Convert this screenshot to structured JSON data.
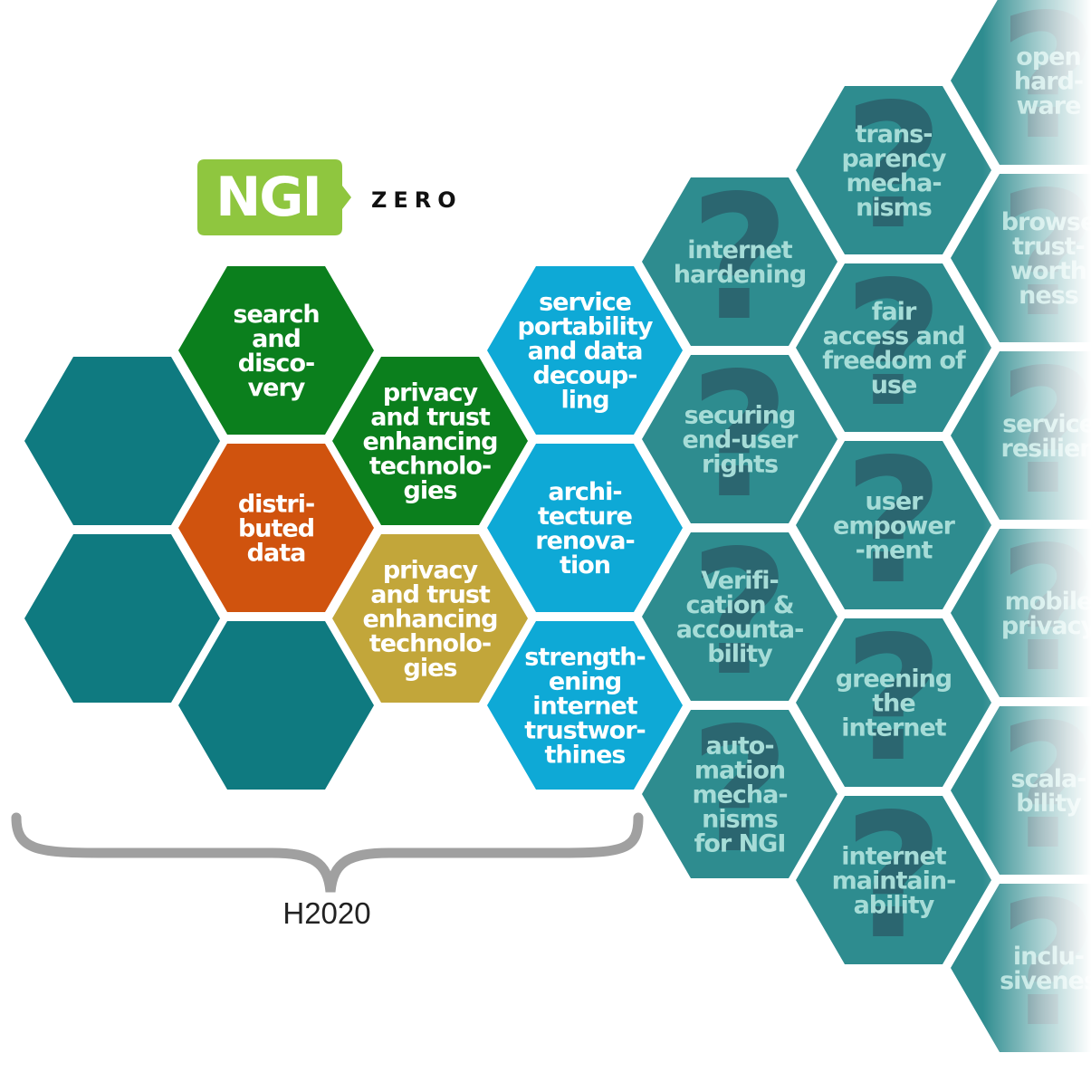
{
  "logo": {
    "mark": "NGI",
    "wordmark": "ZERO",
    "mark_color": "#8fc63f",
    "wordmark_color": "#111111"
  },
  "bracket_label": "H2020",
  "colors": {
    "teal": "#0f7a80",
    "teal_faded": "#2e8c8f",
    "green": "#0b7f1d",
    "orange": "#d0530e",
    "gold": "#c2a63a",
    "blue": "#0ea9d6",
    "question_mark": "#2b6670",
    "faded_text": "#a6dcd7"
  },
  "hexes": [
    {
      "id": "empty-1",
      "label": [],
      "style": "teal",
      "col": 0,
      "row": 0
    },
    {
      "id": "empty-2",
      "label": [],
      "style": "teal",
      "col": 0,
      "row": 1
    },
    {
      "id": "search-and-discovery",
      "label": [
        "search",
        "and",
        "disco-",
        "very"
      ],
      "style": "green",
      "col": 1,
      "row": 0
    },
    {
      "id": "distributed-data",
      "label": [
        "distri-",
        "buted",
        "data"
      ],
      "style": "orange",
      "col": 1,
      "row": 1
    },
    {
      "id": "empty-3",
      "label": [],
      "style": "teal",
      "col": 1,
      "row": 2
    },
    {
      "id": "privacy-trust-green",
      "label": [
        "privacy",
        "and trust",
        "enhancing",
        "technolo-",
        "gies"
      ],
      "style": "green",
      "col": 2,
      "row": 0
    },
    {
      "id": "privacy-trust-gold",
      "label": [
        "privacy",
        "and trust",
        "enhancing",
        "technolo-",
        "gies"
      ],
      "style": "gold",
      "col": 2,
      "row": 1
    },
    {
      "id": "service-portability",
      "label": [
        "service",
        "portability",
        "and data",
        "decoup-",
        "ling"
      ],
      "style": "blue",
      "col": 3,
      "row": 0
    },
    {
      "id": "architecture-renovation",
      "label": [
        "archi-",
        "tecture",
        "renova-",
        "tion"
      ],
      "style": "blue",
      "col": 3,
      "row": 1
    },
    {
      "id": "strengthening-trustworthiness",
      "label": [
        "strength-",
        "ening",
        "internet",
        "trustwor-",
        "thines"
      ],
      "style": "blue",
      "col": 3,
      "row": 2
    },
    {
      "id": "internet-hardening",
      "label": [
        "internet",
        "hardening"
      ],
      "style": "faded",
      "col": 4,
      "row": 0
    },
    {
      "id": "securing-end-user-rights",
      "label": [
        "securing",
        "end-user",
        "rights"
      ],
      "style": "faded",
      "col": 4,
      "row": 1
    },
    {
      "id": "verification-accountability",
      "label": [
        "Verifi-",
        "cation &",
        "accounta-",
        "bility"
      ],
      "style": "faded",
      "col": 4,
      "row": 2
    },
    {
      "id": "automation-mechanisms",
      "label": [
        "auto-",
        "mation",
        "mecha-",
        "nisms",
        "for NGI"
      ],
      "style": "faded",
      "col": 4,
      "row": 3
    },
    {
      "id": "transparency-mechanisms",
      "label": [
        "trans-",
        "parency",
        "mecha-",
        "nisms"
      ],
      "style": "faded",
      "col": 5,
      "row": 0
    },
    {
      "id": "fair-access",
      "label": [
        "fair",
        "access and",
        "freedom of",
        "use"
      ],
      "style": "faded",
      "col": 5,
      "row": 1
    },
    {
      "id": "user-empowerment",
      "label": [
        "user",
        "empower",
        "-ment"
      ],
      "style": "faded",
      "col": 5,
      "row": 2
    },
    {
      "id": "greening-the-internet",
      "label": [
        "greening",
        "the",
        "internet"
      ],
      "style": "faded",
      "col": 5,
      "row": 3
    },
    {
      "id": "internet-maintainability",
      "label": [
        "internet",
        "maintain-",
        "ability"
      ],
      "style": "faded",
      "col": 5,
      "row": 4
    },
    {
      "id": "open-hardware",
      "label": [
        "open",
        "hard-",
        "ware"
      ],
      "style": "faded",
      "col": 6,
      "row": 0
    },
    {
      "id": "browser-trustworthiness",
      "label": [
        "browse",
        "trust-",
        "worth",
        "ness"
      ],
      "style": "faded",
      "col": 6,
      "row": 1
    },
    {
      "id": "service-resilience",
      "label": [
        "service",
        "resilien"
      ],
      "style": "faded",
      "col": 6,
      "row": 2
    },
    {
      "id": "mobile-privacy",
      "label": [
        "mobile",
        "privacy"
      ],
      "style": "faded",
      "col": 6,
      "row": 3
    },
    {
      "id": "scalability",
      "label": [
        "scala-",
        "bility"
      ],
      "style": "faded",
      "col": 6,
      "row": 4
    },
    {
      "id": "inclusiveness",
      "label": [
        "inclu-",
        "sivenes"
      ],
      "style": "faded",
      "col": 6,
      "row": 5
    }
  ]
}
